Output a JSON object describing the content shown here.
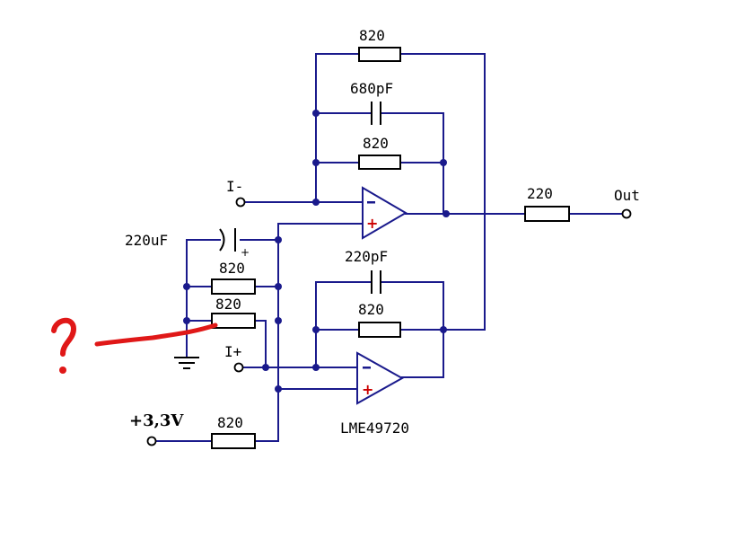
{
  "labels": {
    "r_fb_top": "820",
    "c_fb_top": "680pF",
    "r_fb_mid": "820",
    "input_minus": "I-",
    "input_plus": "I+",
    "c_bias": "220uF",
    "r_bias_1": "820",
    "r_bias_2": "820",
    "c_fb_bottom": "220pF",
    "r_fb_bottom": "820",
    "r_out": "220",
    "output": "Out",
    "supply": "+3,3V",
    "r_supply": "820",
    "opamp_part": "LME49720"
  },
  "colors": {
    "wire": "#1a1a8c",
    "component": "#000000",
    "annotation": "#e01818",
    "plus_sign": "#cc0000"
  },
  "annotation": {
    "question_mark": "?"
  }
}
